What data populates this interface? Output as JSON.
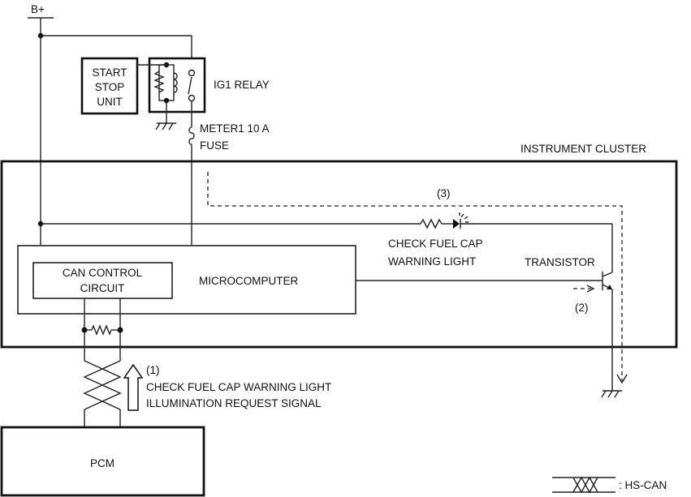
{
  "supply": {
    "label": "B+"
  },
  "start_stop_unit": {
    "line1": "START",
    "line2": "STOP",
    "line3": "UNIT"
  },
  "relay": {
    "label": "IG1 RELAY"
  },
  "fuse": {
    "line1": "METER1 10 A",
    "line2": "FUSE"
  },
  "cluster": {
    "label": "INSTRUMENT CLUSTER"
  },
  "can_circuit": {
    "line1": "CAN CONTROL",
    "line2": "CIRCUIT"
  },
  "microcomputer": {
    "label": "MICROCOMPUTER"
  },
  "warning_light": {
    "line1": "CHECK FUEL CAP",
    "line2": "WARNING LIGHT"
  },
  "transistor": {
    "label": "TRANSISTOR"
  },
  "steps": {
    "step1": "(1)",
    "step2": "(2)",
    "step3": "(3)"
  },
  "signal": {
    "line1": "CHECK FUEL CAP WARNING LIGHT",
    "line2": "ILLUMINATION REQUEST SIGNAL"
  },
  "pcm": {
    "label": "PCM"
  },
  "legend": {
    "label": ": HS-CAN"
  }
}
